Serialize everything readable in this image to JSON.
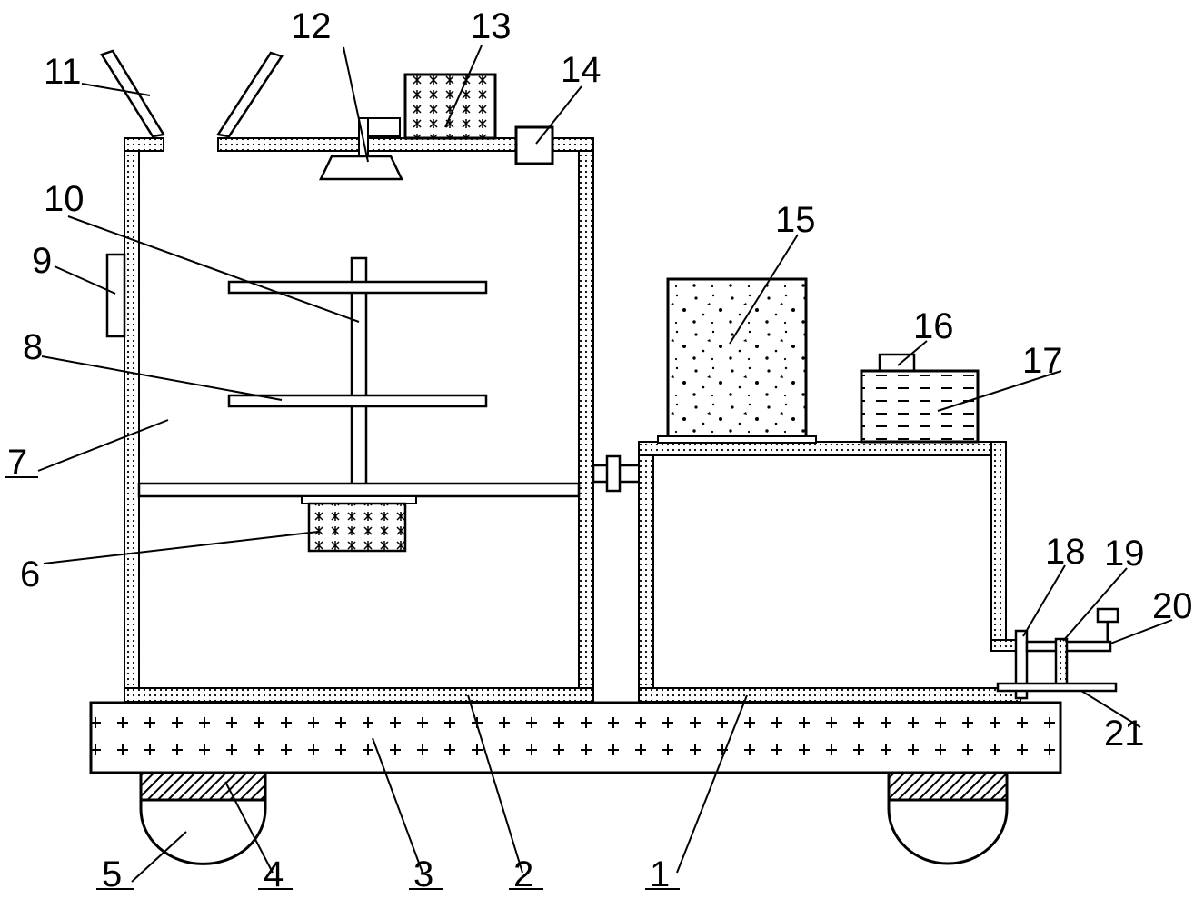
{
  "figure": {
    "labels": [
      {
        "id": "1",
        "text": "1"
      },
      {
        "id": "2",
        "text": "2"
      },
      {
        "id": "3",
        "text": "3"
      },
      {
        "id": "4",
        "text": "4"
      },
      {
        "id": "5",
        "text": "5"
      },
      {
        "id": "6",
        "text": "6"
      },
      {
        "id": "7",
        "text": "7"
      },
      {
        "id": "8",
        "text": "8"
      },
      {
        "id": "9",
        "text": "9"
      },
      {
        "id": "10",
        "text": "10"
      },
      {
        "id": "11",
        "text": "11"
      },
      {
        "id": "12",
        "text": "12"
      },
      {
        "id": "13",
        "text": "13"
      },
      {
        "id": "14",
        "text": "14"
      },
      {
        "id": "15",
        "text": "15"
      },
      {
        "id": "16",
        "text": "16"
      },
      {
        "id": "17",
        "text": "17"
      },
      {
        "id": "18",
        "text": "18"
      },
      {
        "id": "19",
        "text": "19"
      },
      {
        "id": "20",
        "text": "20"
      },
      {
        "id": "21",
        "text": "21"
      }
    ]
  }
}
